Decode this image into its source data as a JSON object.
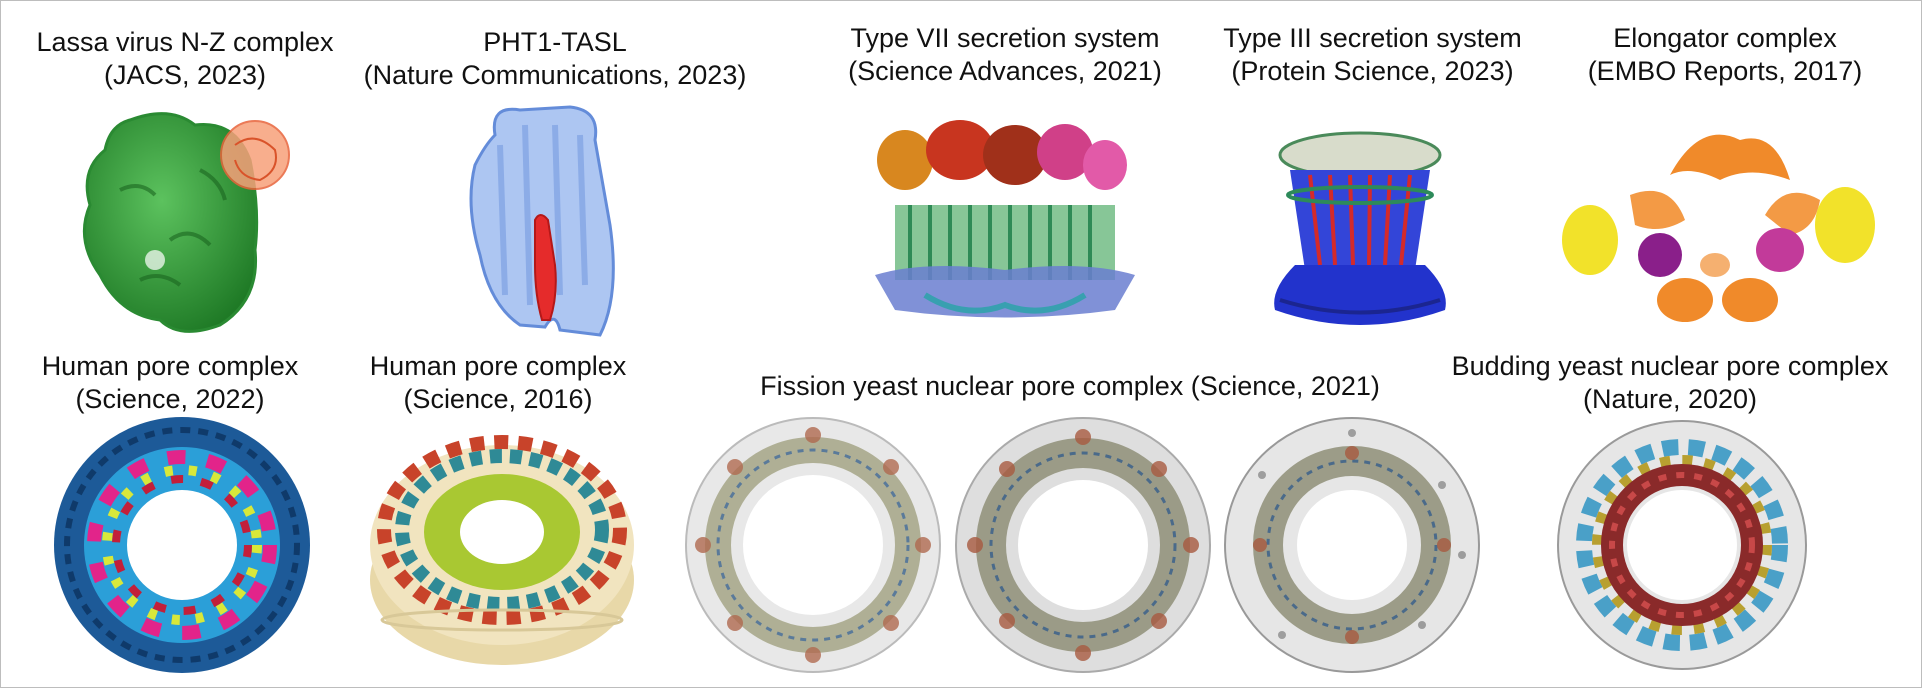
{
  "panels": {
    "lassa": {
      "title": "Lassa virus N-Z complex",
      "subtitle": "(JACS, 2023)"
    },
    "pht1": {
      "title": "PHT1-TASL",
      "subtitle": "(Nature Communications, 2023)"
    },
    "t7ss": {
      "title": "Type VII secretion system",
      "subtitle": "(Science Advances, 2021)"
    },
    "t3ss": {
      "title": "Type III secretion system",
      "subtitle": "(Protein Science, 2023)"
    },
    "elongator": {
      "title": "Elongator complex",
      "subtitle": "(EMBO Reports, 2017)"
    },
    "npc2022": {
      "title": "Human pore complex",
      "subtitle": "(Science, 2022)"
    },
    "npc2016": {
      "title": "Human pore complex",
      "subtitle": "(Science, 2016)"
    },
    "fission": {
      "title": "Fission yeast nuclear pore complex (Science, 2021)"
    },
    "budding": {
      "title": "Budding yeast nuclear pore complex",
      "subtitle": "(Nature, 2020)"
    }
  },
  "colors": {
    "lassa_body": "#2e9a38",
    "lassa_z": "#f07a4a",
    "pht1_body": "#7ea8ec",
    "pht1_tasl": "#e52b2b",
    "t7_top": "#c44a2a",
    "t7_mid": "#3a9a6a",
    "t7_base": "#5a6fc8",
    "t3_blue": "#2233cc",
    "t3_red": "#d42a2a",
    "t3_green": "#3c8f52",
    "elong_orange": "#f08a2a",
    "elong_yellow": "#f2e22a",
    "elong_purple": "#8a1f8a",
    "npc22_blue": "#1d5a98",
    "npc16_cream": "#f1e4bf",
    "npc16_red": "#c8432a",
    "npc16_green": "#a9c832",
    "fission_gray": "#e2e2e2",
    "budding_red": "#8a2a2a"
  }
}
